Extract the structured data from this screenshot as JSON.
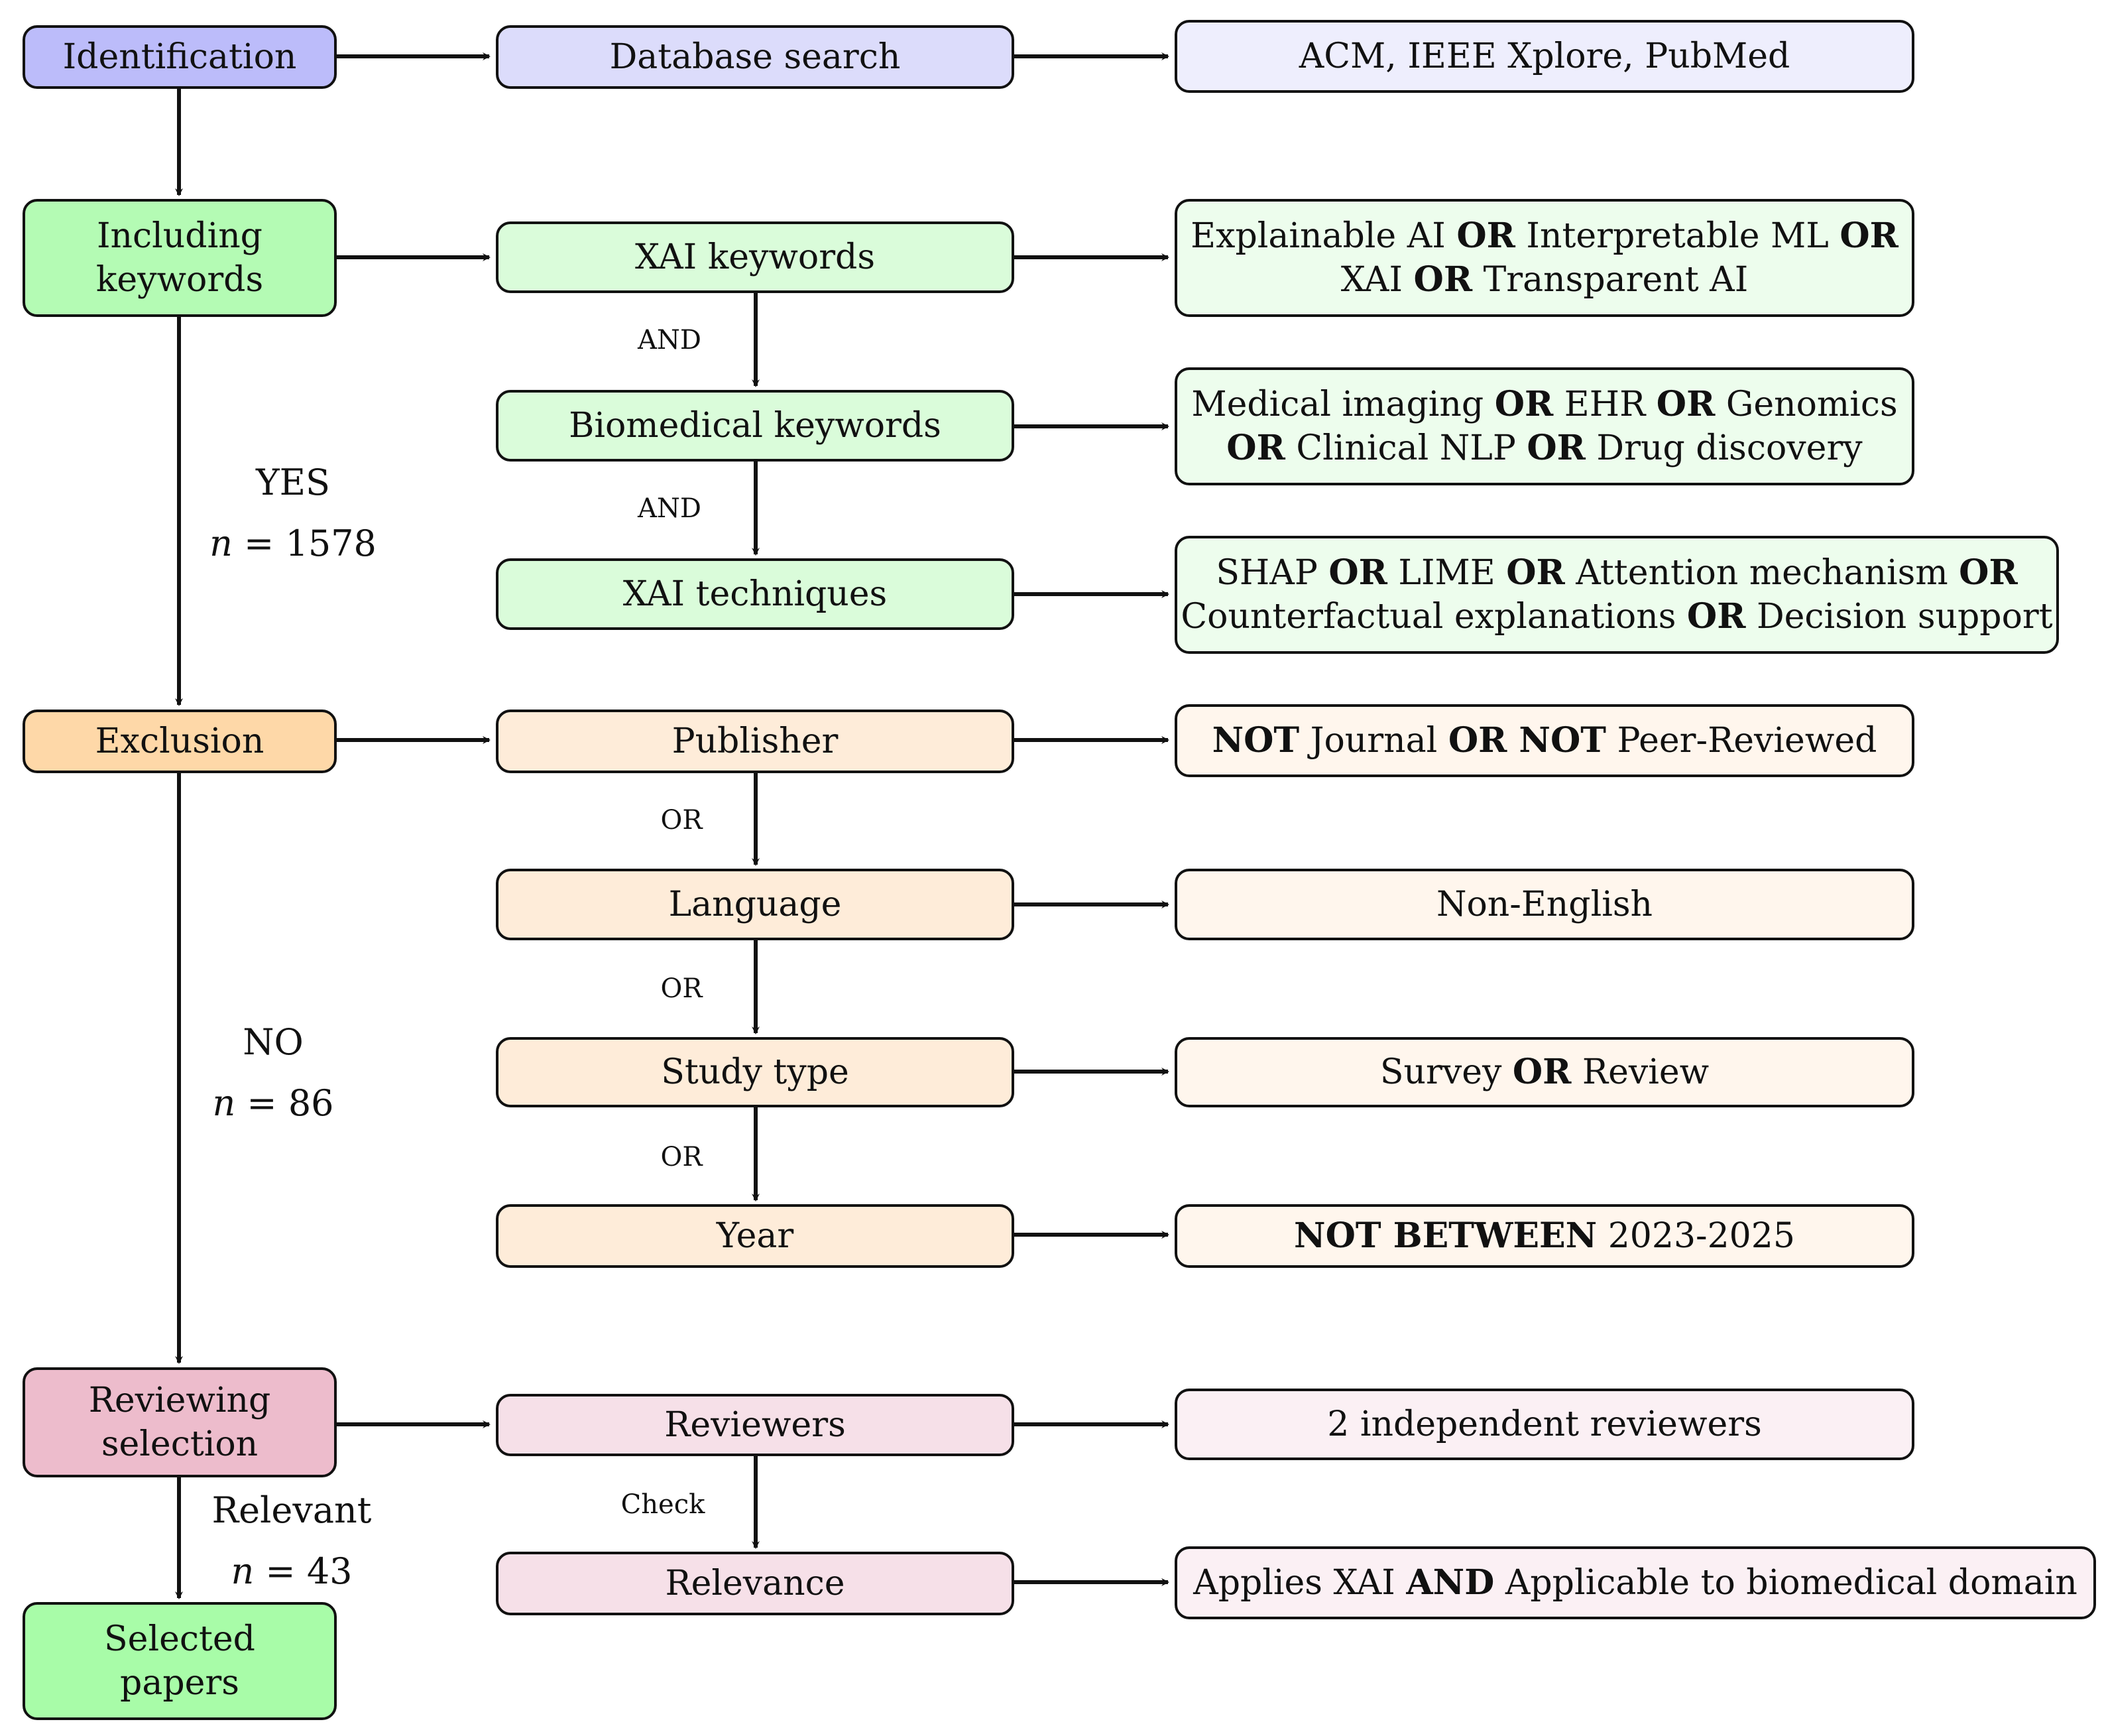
{
  "stages": {
    "identification": "Identification",
    "including_1": "Including",
    "including_2": "keywords",
    "exclusion": "Exclusion",
    "reviewing_1": "Reviewing",
    "reviewing_2": "selection",
    "selected_1": "Selected",
    "selected_2": "papers"
  },
  "steps": {
    "database_search": "Database search",
    "xai_keywords": "XAI keywords",
    "biomedical_keywords": "Biomedical keywords",
    "xai_techniques": "XAI techniques",
    "publisher": "Publisher",
    "language": "Language",
    "study_type": "Study type",
    "year": "Year",
    "reviewers": "Reviewers",
    "relevance": "Relevance"
  },
  "details": {
    "databases": "ACM, IEEE Xplore, PubMed",
    "xai_terms": {
      "t1": "Explainable AI",
      "op1": "OR",
      "t2": "Interpretable ML",
      "op2": "OR",
      "t3": "XAI",
      "op3": "OR",
      "t4": "Transparent AI"
    },
    "biomed_terms": {
      "t1": "Medical imaging",
      "op1": "OR",
      "t2": "EHR",
      "op2": "OR",
      "t3": "Genomics",
      "op3": "OR",
      "t4": "Clinical NLP",
      "op4": "OR",
      "t5": "Drug discovery"
    },
    "technique_terms": {
      "t1": "SHAP",
      "op1": "OR",
      "t2": "LIME",
      "op2": "OR",
      "t3": "Attention mechanism",
      "op3": "OR",
      "t4": "Counterfactual explanations",
      "op4": "OR",
      "t5": "Decision support"
    },
    "publisher_terms": {
      "op1": "NOT",
      "t1": "Journal",
      "op2": "OR NOT",
      "t2": "Peer-Reviewed"
    },
    "language_terms": "Non-English",
    "study_terms": {
      "t1": "Survey",
      "op1": "OR",
      "t2": "Review"
    },
    "year_terms": {
      "op1": "NOT BETWEEN",
      "t1": "2023-2025"
    },
    "reviewers_terms": "2 independent reviewers",
    "relevance_terms": {
      "t1": "Applies XAI",
      "op1": "AND",
      "t2": "Applicable to biomedical domain"
    }
  },
  "connectors": {
    "and_1": "AND",
    "and_2": "AND",
    "or_1": "OR",
    "or_2": "OR",
    "or_3": "OR",
    "check": "Check"
  },
  "flow_labels": {
    "yes": "YES",
    "yes_n_var": "n",
    "yes_n_value": "= 1578",
    "no": "NO",
    "no_n_var": "n",
    "no_n_value": "= 86",
    "relevant": "Relevant",
    "relevant_n_var": "n",
    "relevant_n_value": "= 43"
  }
}
